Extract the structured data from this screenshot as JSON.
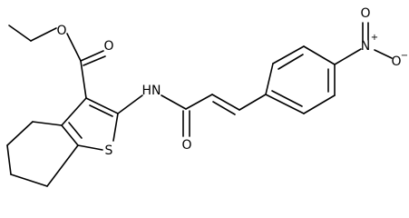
{
  "molecule": {
    "atom_labels": {
      "ester_o_single": "O",
      "ester_o_double": "O",
      "amide_nh": "HN",
      "amide_o": "O",
      "thiophene_s": "S",
      "nitro_n": "N",
      "nitro_n_charge": "+",
      "nitro_o_top": "O",
      "nitro_o_right": "O",
      "nitro_o_charge": "−"
    }
  }
}
